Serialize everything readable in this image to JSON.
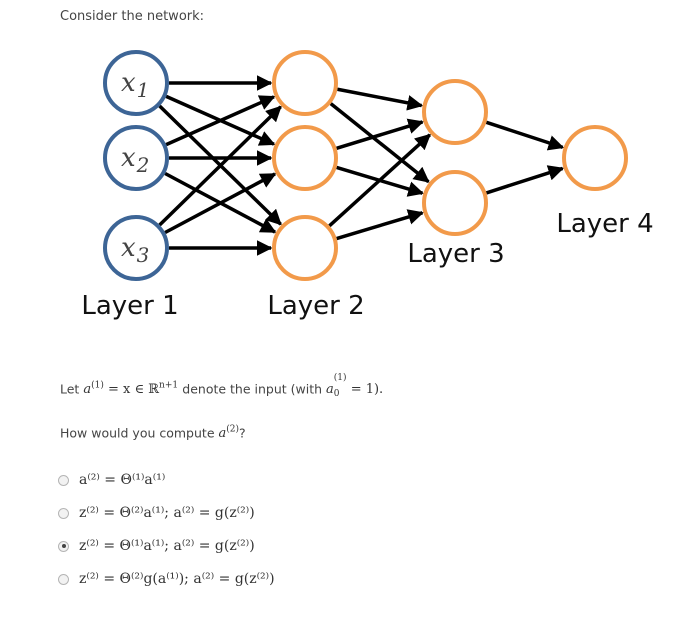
{
  "intro": "Consider the network:",
  "diagram": {
    "layers": [
      {
        "label": "Layer 1",
        "nodes": [
          {
            "var": "x",
            "sub": "1"
          },
          {
            "var": "x",
            "sub": "2"
          },
          {
            "var": "x",
            "sub": "3"
          }
        ],
        "color": "#3d6596"
      },
      {
        "label": "Layer 2",
        "nodes": 3,
        "color": "#f29a4a"
      },
      {
        "label": "Layer 3",
        "nodes": 2,
        "color": "#f29a4a"
      },
      {
        "label": "Layer 4",
        "nodes": 1,
        "color": "#f29a4a"
      }
    ],
    "edge_color": "#000000"
  },
  "description": {
    "prefix": "Let",
    "a_sym": "a",
    "sup1": "(1)",
    "eq_x": "= x ∈ ℝ",
    "sup_n": "n+1",
    "middle": "denote the input (with",
    "a0_sub": "0",
    "end": "= 1)."
  },
  "question": {
    "prefix": "How would you compute",
    "a_sym": "a",
    "sup": "(2)",
    "end": "?"
  },
  "options": [
    {
      "text": "a⁽²⁾ = Θ⁽¹⁾a⁽¹⁾",
      "selected": false
    },
    {
      "text": "z⁽²⁾ = Θ⁽²⁾a⁽¹⁾;  a⁽²⁾ = g(z⁽²⁾)",
      "selected": false
    },
    {
      "text": "z⁽²⁾ = Θ⁽¹⁾a⁽¹⁾;  a⁽²⁾ = g(z⁽²⁾)",
      "selected": true
    },
    {
      "text": "z⁽²⁾ = Θ⁽²⁾g(a⁽¹⁾);  a⁽²⁾ = g(z⁽²⁾)",
      "selected": false
    }
  ]
}
